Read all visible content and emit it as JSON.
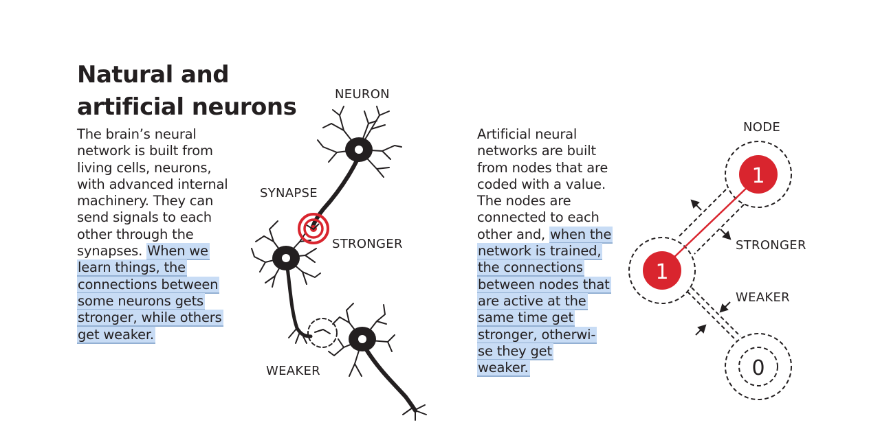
{
  "title_lines": [
    "Natural and",
    "artificial neurons"
  ],
  "left_text": {
    "lines": [
      {
        "plain": "The brain’s neural",
        "highlight": ""
      },
      {
        "plain": "network is built from",
        "highlight": ""
      },
      {
        "plain": "living cells, neurons,",
        "highlight": ""
      },
      {
        "plain": "with advanced internal",
        "highlight": ""
      },
      {
        "plain": "machinery. They can",
        "highlight": ""
      },
      {
        "plain": "send signals to each",
        "highlight": ""
      },
      {
        "plain": "other through the",
        "highlight": ""
      },
      {
        "plain": "synapses. ",
        "highlight": "When we"
      },
      {
        "plain": "",
        "highlight": "learn things, the"
      },
      {
        "plain": "",
        "highlight": "connections between"
      },
      {
        "plain": "",
        "highlight": "some neurons gets"
      },
      {
        "plain": "",
        "highlight": "stronger, while others"
      },
      {
        "plain": "",
        "highlight": "get weaker."
      }
    ]
  },
  "right_text": {
    "lines": [
      {
        "plain": "Artificial neural",
        "highlight": ""
      },
      {
        "plain": "networks are built",
        "highlight": ""
      },
      {
        "plain": "from nodes that are",
        "highlight": ""
      },
      {
        "plain": "coded with a value.",
        "highlight": ""
      },
      {
        "plain": "The nodes are",
        "highlight": ""
      },
      {
        "plain": "connected to each",
        "highlight": ""
      },
      {
        "plain": "other and, ",
        "highlight": "when the"
      },
      {
        "plain": "",
        "highlight": "network is trained,"
      },
      {
        "plain": "",
        "highlight": "the connections"
      },
      {
        "plain": "",
        "highlight": "between nodes that"
      },
      {
        "plain": "",
        "highlight": "are active at the"
      },
      {
        "plain": "",
        "highlight": "same time get"
      },
      {
        "plain": "",
        "highlight": "stronger, otherwi-"
      },
      {
        "plain": "",
        "highlight": "se they get"
      },
      {
        "plain": "",
        "highlight": "weaker."
      }
    ]
  },
  "neuron_diagram": {
    "neuron_label": "NEURON",
    "synapse_label": "SYNAPSE",
    "stronger_label": "STRONGER",
    "weaker_label": "WEAKER"
  },
  "node_diagram": {
    "node_label": "NODE",
    "stronger_label": "STRONGER",
    "weaker_label": "WEAKER",
    "nodes": [
      {
        "value": "1",
        "state": "active"
      },
      {
        "value": "1",
        "state": "active"
      },
      {
        "value": "0",
        "state": "inactive"
      }
    ]
  },
  "colors": {
    "text": "#231f20",
    "highlight_fill": "#c8dcf5",
    "highlight_underline": "#93b0d3",
    "active_red": "#d9252e"
  }
}
